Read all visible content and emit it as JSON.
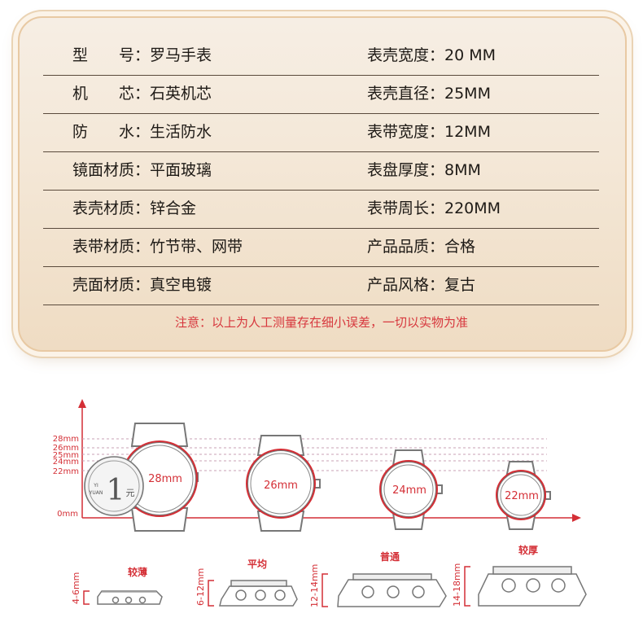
{
  "specs": [
    {
      "left": "型　　号：罗马手表",
      "right": "表壳宽度：20 MM"
    },
    {
      "left": "机　　芯：石英机芯",
      "right": "表壳直径：25MM"
    },
    {
      "left": "防　　水：生活防水",
      "right": "表带宽度：12MM"
    },
    {
      "left": "镜面材质：平面玻璃",
      "right": "表盘厚度：8MM"
    },
    {
      "left": "表壳材质：锌合金",
      "right": "表带周长：220MM"
    },
    {
      "left": "表带材质：竹节带、网带",
      "right": "产品品质：合格"
    },
    {
      "left": "壳面材质：真空电镀",
      "right": "产品风格：复古"
    }
  ],
  "note": "注意：以上为人工测量存在细小误差，一切以实物为准",
  "size_chart": {
    "y_labels": [
      "28mm",
      "26mm",
      "25mm",
      "24mm",
      "22mm",
      "0mm"
    ],
    "coin": {
      "pinyin_top": "YI",
      "pinyin_bottom": "YUAN",
      "numeral": "1",
      "unit": "元"
    },
    "watches": [
      {
        "label": "28mm"
      },
      {
        "label": "26mm"
      },
      {
        "label": "24mm"
      },
      {
        "label": "22mm"
      }
    ]
  },
  "thickness": [
    {
      "name": "较薄",
      "range": "4-6mm"
    },
    {
      "name": "平均",
      "range": "6-12mm"
    },
    {
      "name": "普通",
      "range": "12-14mm"
    },
    {
      "name": "较厚",
      "range": "14-18mm"
    }
  ],
  "colors": {
    "accent": "#d42f36",
    "card": "#f4e8d8"
  }
}
